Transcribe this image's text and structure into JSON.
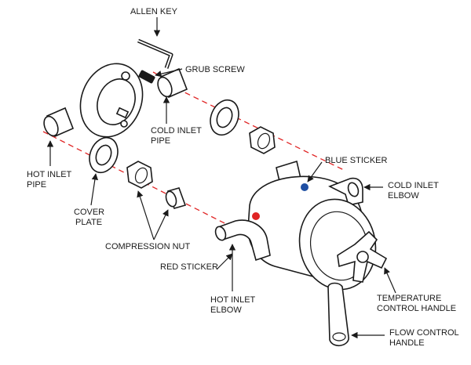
{
  "labels": {
    "allen_key": "ALLEN KEY",
    "grub_screw": "GRUB SCREW",
    "cold_inlet_pipe_1": "COLD INLET",
    "cold_inlet_pipe_2": "PIPE",
    "hot_inlet_pipe_1": "HOT INLET",
    "hot_inlet_pipe_2": "PIPE",
    "cover_plate_1": "COVER",
    "cover_plate_2": "PLATE",
    "compression_nut": "COMPRESSION NUT",
    "blue_sticker": "BLUE STICKER",
    "cold_inlet_elbow_1": "COLD INLET",
    "cold_inlet_elbow_2": "ELBOW",
    "red_sticker": "RED STICKER",
    "hot_inlet_elbow_1": "HOT INLET",
    "hot_inlet_elbow_2": "ELBOW",
    "temperature_handle_1": "TEMPERATURE",
    "temperature_handle_2": "CONTROL HANDLE",
    "flow_handle_1": "FLOW CONTROL",
    "flow_handle_2": "HANDLE"
  },
  "colors": {
    "outline": "#1a1a1a",
    "axis_line": "#e02424",
    "red_sticker": "#e02424",
    "blue_sticker": "#1f4fa3"
  }
}
